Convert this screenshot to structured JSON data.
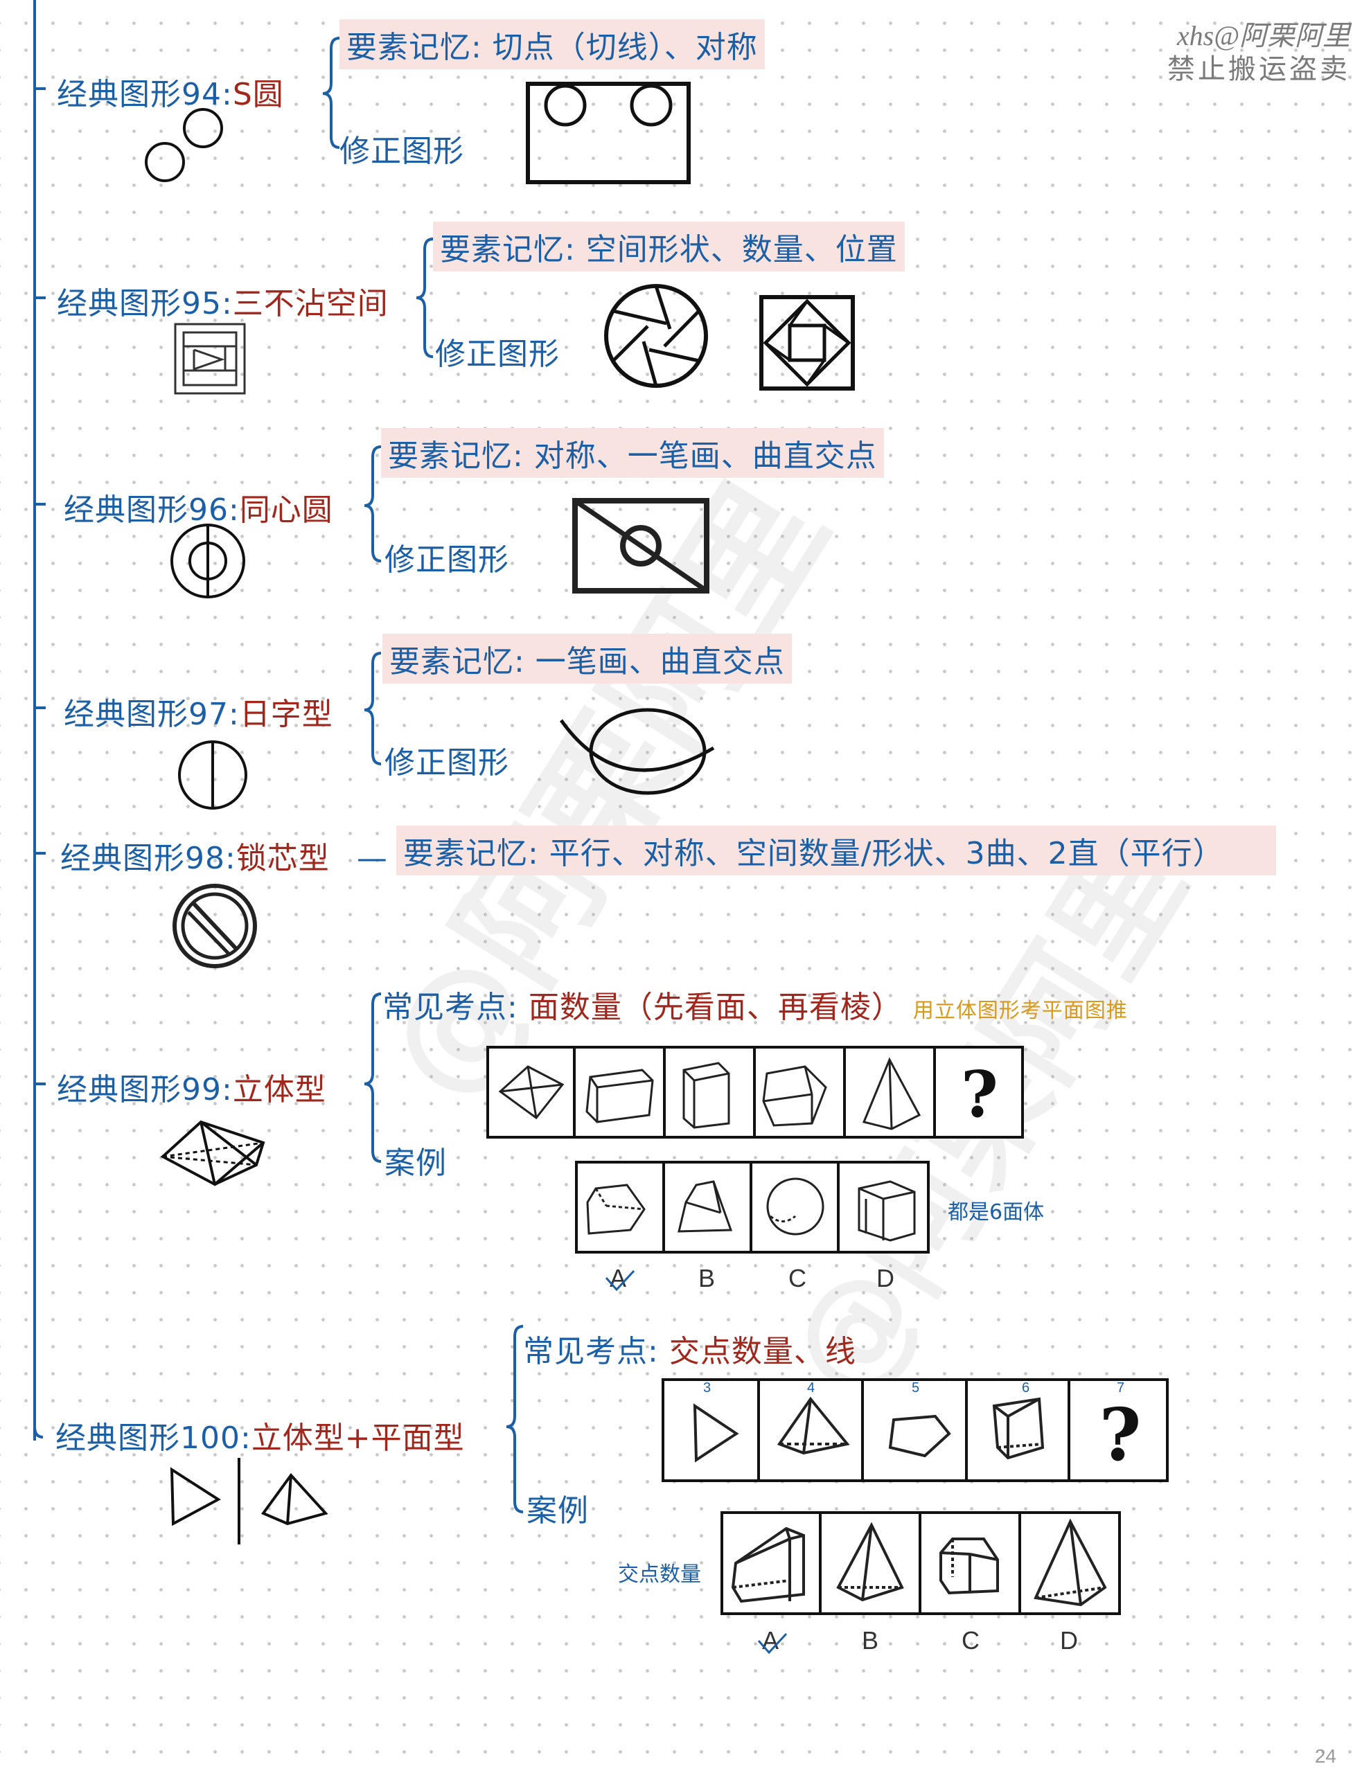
{
  "watermark": {
    "line1": "xhs@阿栗阿里",
    "line2": "禁止搬运盗卖",
    "diagonal": "@阿栗阿里"
  },
  "page_number": "24",
  "sections": [
    {
      "title_prefix": "经典图形94:",
      "title_name": "S圆",
      "memory": "要素记忆: 切点（切线）、对称",
      "fix_label": "修正图形"
    },
    {
      "title_prefix": "经典图形95:",
      "title_name": "三不沾空间",
      "memory": "要素记忆: 空间形状、数量、位置",
      "fix_label": "修正图形"
    },
    {
      "title_prefix": "经典图形96:",
      "title_name": "同心圆",
      "memory": "要素记忆: 对称、一笔画、曲直交点",
      "fix_label": "修正图形"
    },
    {
      "title_prefix": "经典图形97:",
      "title_name": "日字型",
      "memory": "要素记忆: 一笔画、曲直交点",
      "fix_label": "修正图形"
    },
    {
      "title_prefix": "经典图形98:",
      "title_name": "锁芯型",
      "dash": "—",
      "memory": "要素记忆: 平行、对称、空间数量/形状、3曲、2直（平行）"
    },
    {
      "title_prefix": "经典图形99:",
      "title_name": "立体型",
      "exam_prefix": "常见考点:",
      "exam_value": "面数量（先看面、再看棱）",
      "exam_note": "用立体图形考平面图推",
      "case_label": "案例",
      "answer_note": "都是6面体",
      "options": [
        "A",
        "B",
        "C",
        "D"
      ]
    },
    {
      "title_prefix": "经典图形100:",
      "title_name": "立体型+平面型",
      "exam_prefix": "常见考点:",
      "exam_value": "交点数量、线",
      "case_label": "案例",
      "answer_note": "交点数量",
      "counts": [
        "3",
        "4",
        "5",
        "6",
        "7"
      ],
      "options": [
        "A",
        "B",
        "C",
        "D"
      ]
    }
  ]
}
